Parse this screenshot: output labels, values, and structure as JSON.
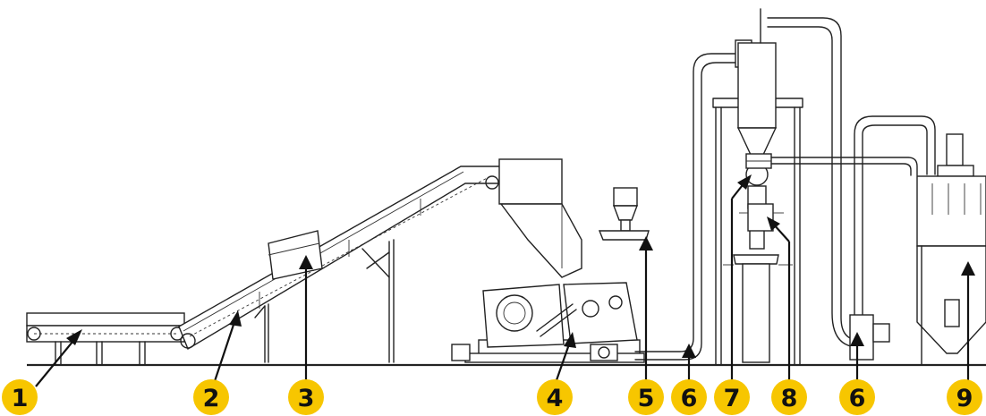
{
  "colors": {
    "badge": "#f7c600",
    "line": "#222222",
    "text": "#111111",
    "background": "#ffffff"
  },
  "callouts": [
    {
      "id": "c1",
      "label": "1"
    },
    {
      "id": "c2",
      "label": "2"
    },
    {
      "id": "c3",
      "label": "3"
    },
    {
      "id": "c4",
      "label": "4"
    },
    {
      "id": "c5",
      "label": "5"
    },
    {
      "id": "c6a",
      "label": "6"
    },
    {
      "id": "c7",
      "label": "7"
    },
    {
      "id": "c8",
      "label": "8"
    },
    {
      "id": "c6b",
      "label": "6"
    },
    {
      "id": "c9",
      "label": "9"
    }
  ]
}
